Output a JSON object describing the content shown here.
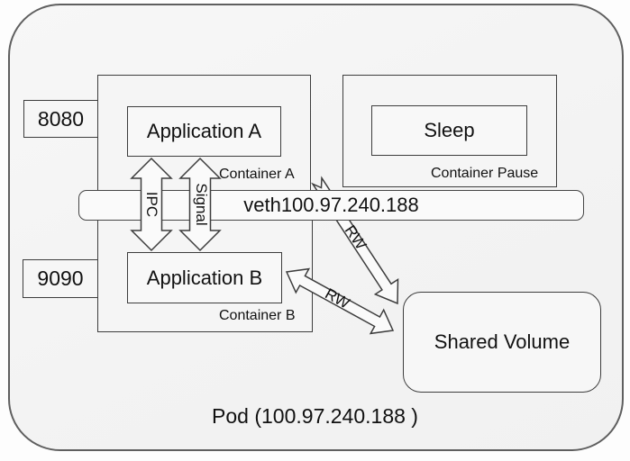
{
  "pod": {
    "label": "Pod (100.97.240.188 )"
  },
  "network": {
    "veth_label": "veth100.97.240.188",
    "port_a": "8080",
    "port_b": "9090"
  },
  "containers": {
    "container_a": {
      "label": "Container A",
      "app_label": "Application A"
    },
    "container_pause": {
      "label": "Container Pause",
      "app_label": "Sleep"
    },
    "container_b": {
      "label": "Container B",
      "app_label": "Application B"
    }
  },
  "volume": {
    "label": "Shared Volume"
  },
  "arrows": {
    "ipc_label": "IPC",
    "signal_label": "Signal",
    "rw_veth_to_volume_label": "RW",
    "rw_appb_to_volume_label": "RW"
  },
  "colors": {
    "box_border": "#3d3d3d",
    "pod_border": "#5f5f5f",
    "pod_fill": "#f4f4f4",
    "box_fill": "#f8f8f8",
    "text": "#111111"
  }
}
